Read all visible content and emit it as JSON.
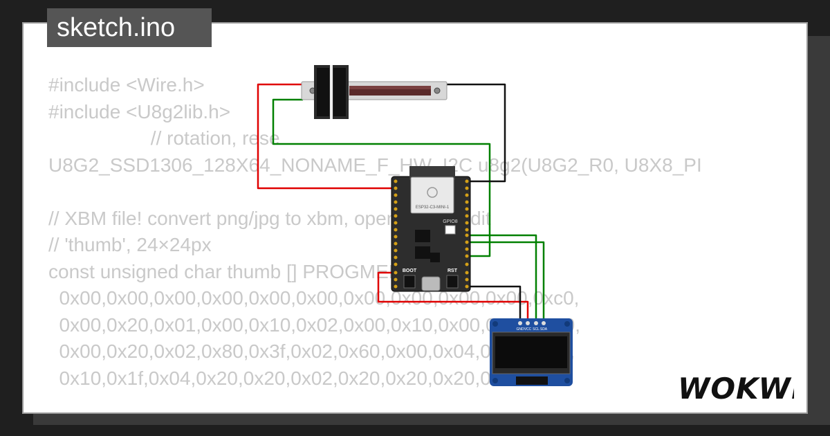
{
  "header": {
    "filename": "sketch.ino"
  },
  "code": {
    "lines": [
      "#include <Wire.h>",
      "#include <U8g2lib.h>",
      "                   // rotation, rese",
      "U8G2_SSD1306_128X64_NONAME_F_HW_I2C u8g2(U8G2_R0, U8X8_PI",
      "",
      "// XBM file! convert png/jpg to xbm, open in text edit",
      "// 'thumb', 24×24px",
      "const unsigned char thumb [] PROGMEM = {",
      "  0x00,0x00,0x00,0x00,0x00,0x00,0x00,0x00,0x00,0x00,0xc0,",
      "  0x00,0x20,0x01,0x00,0x10,0x02,0x00,0x10,0x00,0x00,0x10,",
      "  0x00,0x20,0x02,0x80,0x3f,0x02,0x60,0x00,0x04,0x10,0x38,",
      "  0x10,0x1f,0x04,0x20,0x20,0x02,0x20,0x20,0x20,0x10"
    ]
  },
  "board": {
    "module_label": "ESP32-C3-MINI-1",
    "gpio_label": "GPIO8",
    "boot_label": "BOOT",
    "rst_label": "RST"
  },
  "display": {
    "pins": [
      "GND",
      "VCC",
      "SCL",
      "SDA"
    ]
  },
  "brand": {
    "logo_text": "WOKWi"
  },
  "colors": {
    "background": "#1f1f1f",
    "card": "#ffffff",
    "tab": "#555555",
    "code_text": "#c9c9c9",
    "wire_red": "#e00000",
    "wire_green": "#008000",
    "wire_black": "#111111",
    "board": "#2d2d2d",
    "oled_pcb": "#1f4fa0"
  }
}
